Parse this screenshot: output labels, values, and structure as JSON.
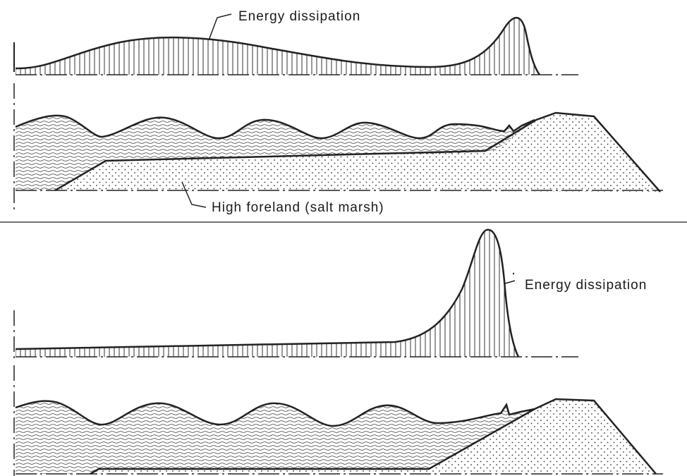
{
  "diagram": {
    "top_panel": {
      "energy_label": "Energy dissipation",
      "foreland_label": "High foreland (salt marsh)"
    },
    "bottom_panel": {
      "energy_label": "Energy dissipation"
    },
    "colors": {
      "ink": "#1a1a1a",
      "paper": "#ffffff",
      "stroke": "#222222"
    }
  }
}
